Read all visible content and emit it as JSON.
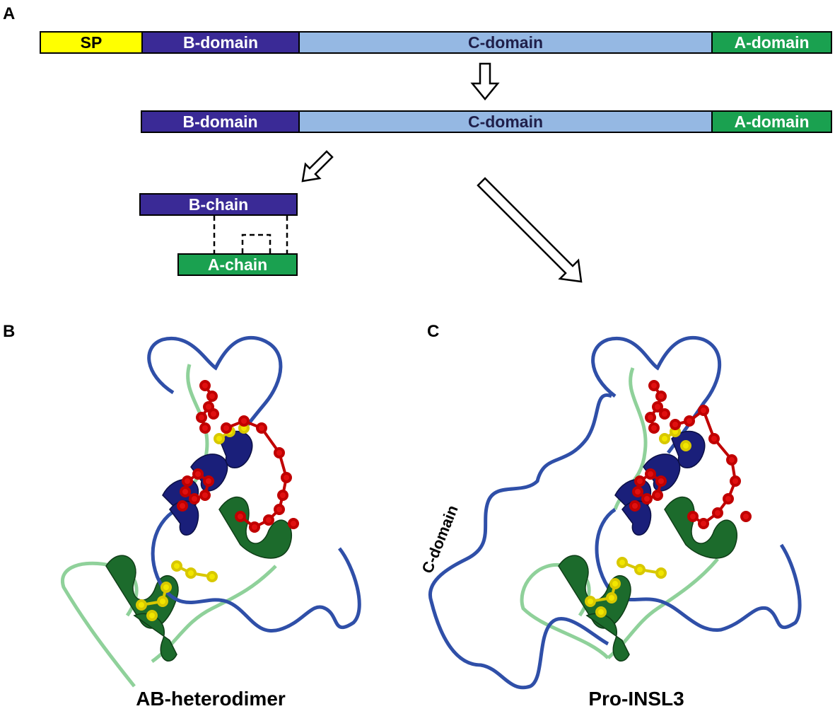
{
  "panels": {
    "a": "A",
    "b": "B",
    "c": "C"
  },
  "precursor_row": {
    "segments": [
      {
        "label": "SP",
        "color": "#ffff00",
        "text_color": "#000000"
      },
      {
        "label": "B-domain",
        "color": "#3a2a96",
        "text_color": "#ffffff"
      },
      {
        "label": "C-domain",
        "color": "#95b8e3",
        "text_color": "#1f1f4a"
      },
      {
        "label": "A-domain",
        "color": "#1aa150",
        "text_color": "#ffffff"
      }
    ]
  },
  "pro_row": {
    "segments": [
      {
        "label": "B-domain",
        "color": "#3a2a96",
        "text_color": "#ffffff"
      },
      {
        "label": "C-domain",
        "color": "#95b8e3",
        "text_color": "#1f1f4a"
      },
      {
        "label": "A-domain",
        "color": "#1aa150",
        "text_color": "#ffffff"
      }
    ]
  },
  "chains": {
    "b_chain": {
      "label": "B-chain",
      "color": "#3a2a96"
    },
    "a_chain": {
      "label": "A-chain",
      "color": "#1aa150"
    }
  },
  "structures": {
    "left_caption": "AB-heterodimer",
    "right_caption": "Pro-INSL3",
    "c_domain_label": "C-domain",
    "colors": {
      "b_chain": "#2f4fa8",
      "b_helix": "#1a1f7a",
      "a_chain_loop": "#8fd19a",
      "a_helix": "#1c6b2c",
      "disulfide": "#f2e600",
      "side_chain": "#e01010"
    }
  }
}
